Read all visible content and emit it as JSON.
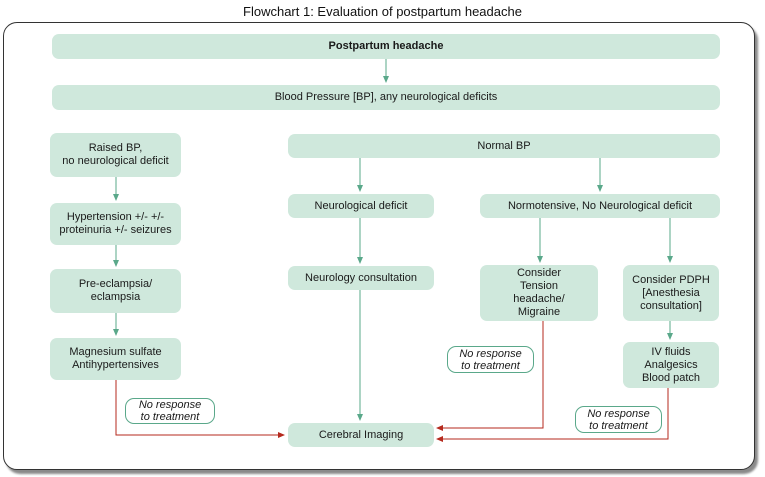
{
  "title": "Flowchart 1: Evaluation of postpartum headache",
  "colors": {
    "box_fill": "#cfe8dc",
    "green_arrow": "#5aa88a",
    "red_arrow": "#b52a1e"
  },
  "nodes": {
    "root": "Postpartum headache",
    "bp": "Blood Pressure [BP], any neurological deficits",
    "raised_bp": "Raised BP,\nno neurological deficit",
    "hypertension": "Hypertension +/- +/-\nproteinuria +/- seizures",
    "preeclampsia": "Pre-eclampsia/\neclampsia",
    "magnesium": "Magnesium sulfate\nAntihypertensives",
    "normal_bp": "Normal BP",
    "neuro_deficit": "Neurological deficit",
    "neuro_consult": "Neurology consultation",
    "normotensive": "Normotensive, No Neurological deficit",
    "tension": "Consider\nTension\nheadache/\nMigraine",
    "pdph": "Consider PDPH\n[Anesthesia\nconsultation]",
    "iv_fluids": "IV fluids\nAnalgesics\nBlood patch",
    "imaging": "Cerebral Imaging"
  },
  "notes": {
    "left": "No response\nto treatment",
    "middle": "No response\nto treatment",
    "right": "No response\nto treatment"
  }
}
